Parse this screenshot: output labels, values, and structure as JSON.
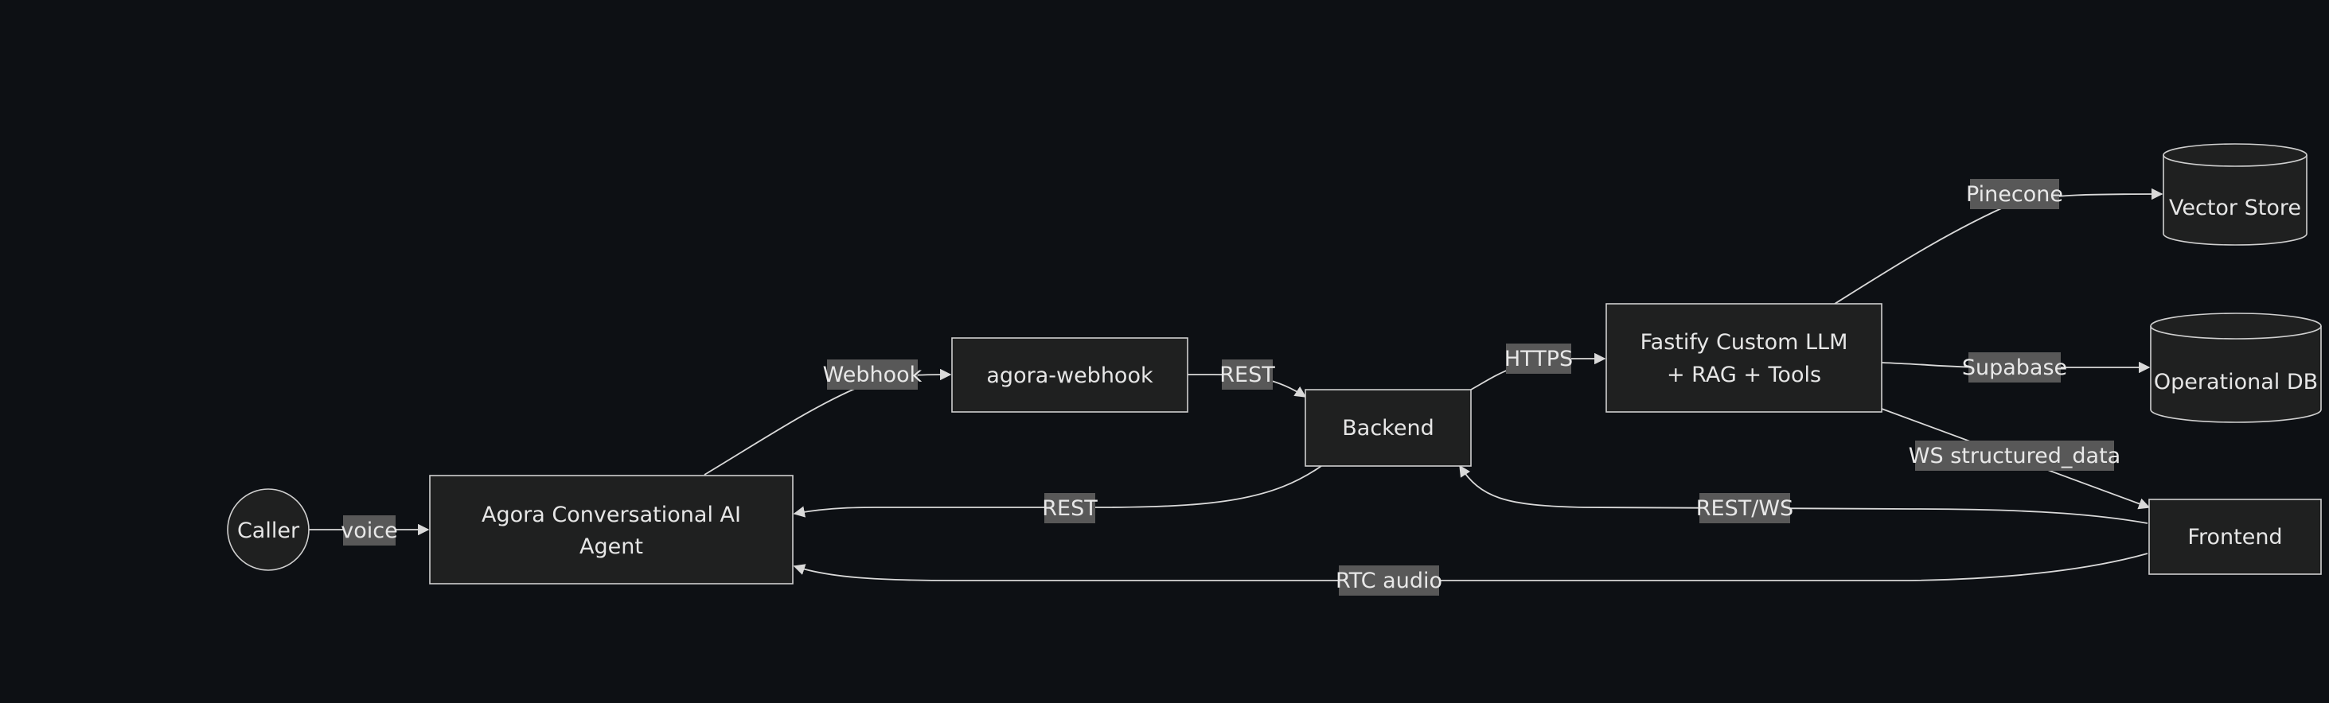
{
  "diagram": {
    "nodes": {
      "caller": "Caller",
      "agora_agent_line1": "Agora Conversational AI",
      "agora_agent_line2": "Agent",
      "agora_webhook": "agora-webhook",
      "backend": "Backend",
      "fastify_line1": "Fastify Custom LLM",
      "fastify_line2": "+ RAG + Tools",
      "vector_store": "Vector Store",
      "operational_db": "Operational DB",
      "frontend": "Frontend"
    },
    "edges": {
      "caller_to_agent": "voice",
      "agent_to_webhook": "Webhook",
      "webhook_to_backend": "REST",
      "backend_to_agent": "REST",
      "backend_to_fastify": "HTTPS",
      "fastify_to_vector": "Pinecone",
      "fastify_to_db": "Supabase",
      "fastify_to_frontend": "WS structured_data",
      "frontend_to_backend": "REST/WS",
      "frontend_to_agent": "RTC audio"
    },
    "colors": {
      "background": "#0d1014",
      "node_fill": "#1f2020",
      "node_stroke": "#cfcfcf",
      "edge": "#d9d9d9",
      "label_bg": "#585858",
      "text": "#e6e6e6"
    }
  }
}
